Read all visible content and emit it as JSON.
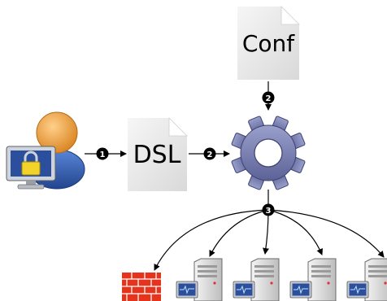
{
  "documents": {
    "conf_label": "Conf",
    "dsl_label": "DSL"
  },
  "steps": {
    "user_to_dsl": "1",
    "conf_to_engine": "2",
    "dsl_to_engine": "2",
    "engine_to_targets": "3"
  },
  "icons": {
    "user": "user-with-lock-icon",
    "document": "document-icon",
    "engine": "gear-icon",
    "firewall": "firewall-icon",
    "server": "server-icon"
  },
  "colors": {
    "gear": "#7f86b6",
    "firewall": "#e5331c",
    "monitor_screen": "#2b4f9c",
    "lock": "#f2d329",
    "person_head": "#f0a24a",
    "person_body": "#3a62b8",
    "document": "#eaeaea"
  }
}
